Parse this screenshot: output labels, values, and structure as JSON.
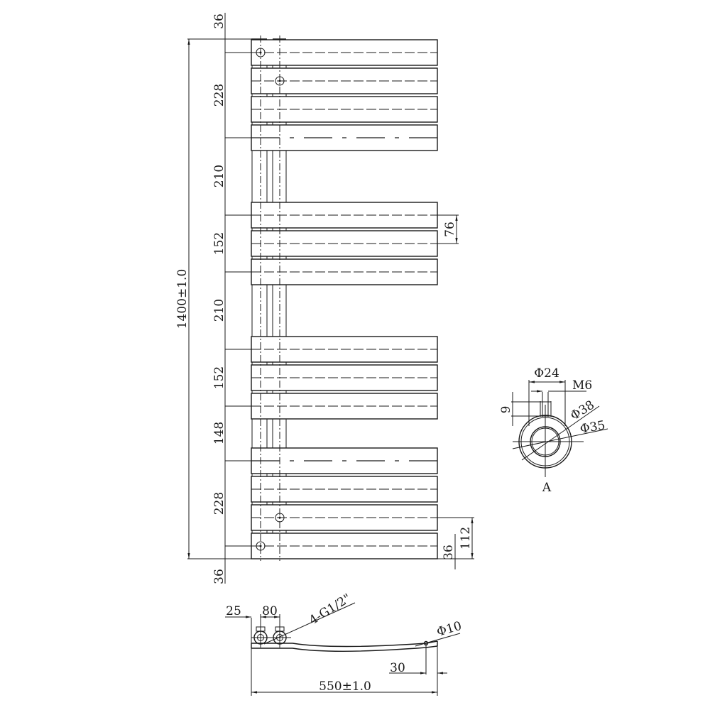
{
  "drawing": {
    "type": "towel radiator technical drawing",
    "stroke_color": "#1a1a1a",
    "background": "#ffffff"
  },
  "front_view": {
    "overall_height_label": "1400±1.0",
    "left_dimensions": [
      {
        "label": "36",
        "position": "top offset"
      },
      {
        "label": "228",
        "position": "group 1"
      },
      {
        "label": "210",
        "position": "gap 1"
      },
      {
        "label": "152",
        "position": "group 2"
      },
      {
        "label": "210",
        "position": "gap 2"
      },
      {
        "label": "152",
        "position": "group 3"
      },
      {
        "label": "148",
        "position": "gap 3"
      },
      {
        "label": "228",
        "position": "group 4"
      },
      {
        "label": "36",
        "position": "bottom offset"
      }
    ],
    "right_dimensions": [
      {
        "label": "76",
        "position": "bar pitch"
      },
      {
        "label": "112",
        "position": "lower connection height"
      },
      {
        "label": "36",
        "position": "bottom connection height"
      }
    ],
    "bar_groups": [
      {
        "bars": 4
      },
      {
        "bars": 3
      },
      {
        "bars": 3
      },
      {
        "bars": 4
      }
    ]
  },
  "detail_view": {
    "label": "A",
    "dimensions": {
      "outer_diameter": "Φ38",
      "inner_diameter": "Φ35",
      "boss_diameter": "Φ24",
      "thread": "M6",
      "boss_height": "9"
    }
  },
  "side_view": {
    "connection_label": "4-G1/2\"",
    "dim_offset": "25",
    "dim_pipe_spacing": "80",
    "vent_label": "Φ10",
    "vent_offset": "30",
    "overall_width_label": "550±1.0"
  }
}
